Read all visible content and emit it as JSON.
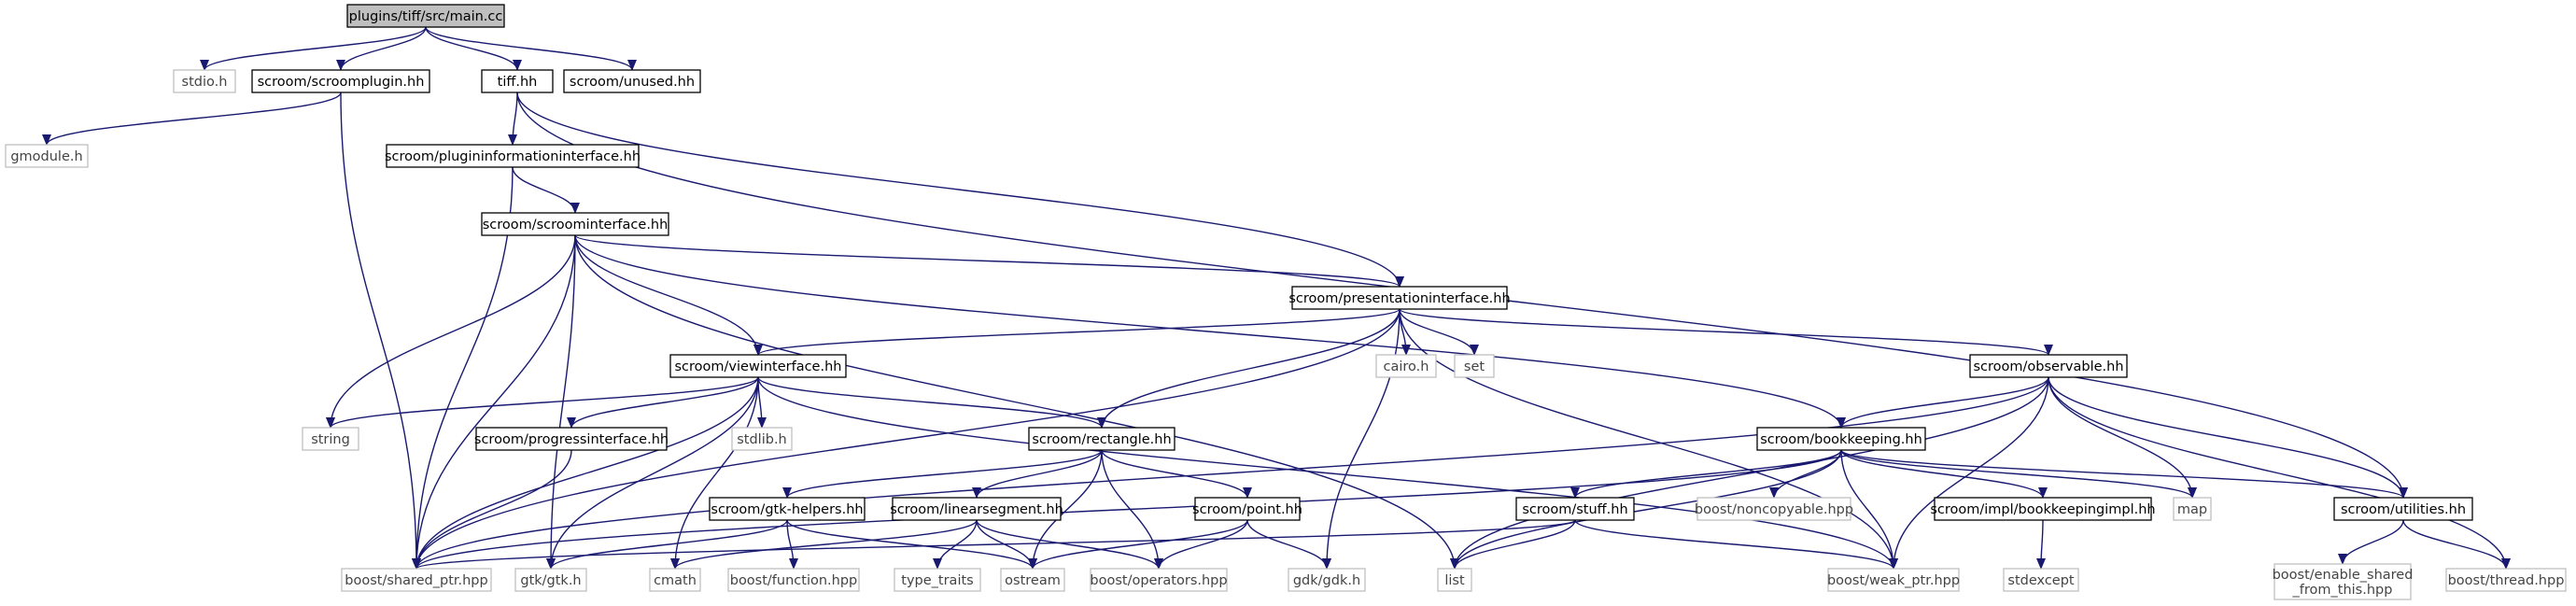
{
  "nodes": [
    {
      "id": "main",
      "label": "plugins/tiff/src/main.cc",
      "style": "root"
    },
    {
      "id": "stdio",
      "label": "stdio.h",
      "style": "external"
    },
    {
      "id": "scroomplugin",
      "label": "scroom/scroomplugin.hh",
      "style": "header"
    },
    {
      "id": "tiff",
      "label": "tiff.hh",
      "style": "header"
    },
    {
      "id": "unused",
      "label": "scroom/unused.hh",
      "style": "header"
    },
    {
      "id": "gmodule",
      "label": "gmodule.h",
      "style": "external"
    },
    {
      "id": "plugininfo",
      "label": "scroom/plugininformationinterface.hh",
      "style": "header"
    },
    {
      "id": "scroominterface",
      "label": "scroom/scroominterface.hh",
      "style": "header"
    },
    {
      "id": "presentationinterface",
      "label": "scroom/presentationinterface.hh",
      "style": "header"
    },
    {
      "id": "viewinterface",
      "label": "scroom/viewinterface.hh",
      "style": "header"
    },
    {
      "id": "cairo",
      "label": "cairo.h",
      "style": "external"
    },
    {
      "id": "set",
      "label": "set",
      "style": "external"
    },
    {
      "id": "observable",
      "label": "scroom/observable.hh",
      "style": "header"
    },
    {
      "id": "string",
      "label": "string",
      "style": "external"
    },
    {
      "id": "progressinterface",
      "label": "scroom/progressinterface.hh",
      "style": "header"
    },
    {
      "id": "stdlib",
      "label": "stdlib.h",
      "style": "external"
    },
    {
      "id": "rectangle",
      "label": "scroom/rectangle.hh",
      "style": "header"
    },
    {
      "id": "bookkeeping",
      "label": "scroom/bookkeeping.hh",
      "style": "header"
    },
    {
      "id": "gtkhelpers",
      "label": "scroom/gtk-helpers.hh",
      "style": "header"
    },
    {
      "id": "linearsegment",
      "label": "scroom/linearsegment.hh",
      "style": "header"
    },
    {
      "id": "point",
      "label": "scroom/point.hh",
      "style": "header"
    },
    {
      "id": "stuff",
      "label": "scroom/stuff.hh",
      "style": "header"
    },
    {
      "id": "noncopyable",
      "label": "boost/noncopyable.hpp",
      "style": "external"
    },
    {
      "id": "bookkeepingimpl",
      "label": "scroom/impl/bookkeepingimpl.hh",
      "style": "header"
    },
    {
      "id": "map",
      "label": "map",
      "style": "external"
    },
    {
      "id": "utilities",
      "label": "scroom/utilities.hh",
      "style": "header"
    },
    {
      "id": "shared_ptr",
      "label": "boost/shared_ptr.hpp",
      "style": "external"
    },
    {
      "id": "gtk",
      "label": "gtk/gtk.h",
      "style": "external"
    },
    {
      "id": "cmath",
      "label": "cmath",
      "style": "external"
    },
    {
      "id": "function",
      "label": "boost/function.hpp",
      "style": "external"
    },
    {
      "id": "type_traits",
      "label": "type_traits",
      "style": "external"
    },
    {
      "id": "ostream",
      "label": "ostream",
      "style": "external"
    },
    {
      "id": "operators",
      "label": "boost/operators.hpp",
      "style": "external"
    },
    {
      "id": "gdk",
      "label": "gdk/gdk.h",
      "style": "external"
    },
    {
      "id": "list",
      "label": "list",
      "style": "external"
    },
    {
      "id": "weak_ptr",
      "label": "boost/weak_ptr.hpp",
      "style": "external"
    },
    {
      "id": "stdexcept",
      "label": "stdexcept",
      "style": "external"
    },
    {
      "id": "enable_shared",
      "label": [
        "boost/enable_shared",
        "_from_this.hpp"
      ],
      "style": "external"
    },
    {
      "id": "thread",
      "label": "boost/thread.hpp",
      "style": "external"
    }
  ],
  "edges": [
    [
      "main",
      "stdio"
    ],
    [
      "main",
      "scroomplugin"
    ],
    [
      "main",
      "tiff"
    ],
    [
      "main",
      "unused"
    ],
    [
      "scroomplugin",
      "gmodule"
    ],
    [
      "scroomplugin",
      "shared_ptr"
    ],
    [
      "tiff",
      "plugininfo"
    ],
    [
      "tiff",
      "presentationinterface"
    ],
    [
      "tiff",
      "utilities"
    ],
    [
      "plugininfo",
      "scroominterface"
    ],
    [
      "plugininfo",
      "shared_ptr"
    ],
    [
      "scroominterface",
      "presentationinterface"
    ],
    [
      "scroominterface",
      "viewinterface"
    ],
    [
      "scroominterface",
      "bookkeeping"
    ],
    [
      "scroominterface",
      "string"
    ],
    [
      "scroominterface",
      "shared_ptr"
    ],
    [
      "scroominterface",
      "gtk"
    ],
    [
      "scroominterface",
      "list"
    ],
    [
      "presentationinterface",
      "viewinterface"
    ],
    [
      "presentationinterface",
      "cairo"
    ],
    [
      "presentationinterface",
      "set"
    ],
    [
      "presentationinterface",
      "observable"
    ],
    [
      "presentationinterface",
      "rectangle"
    ],
    [
      "presentationinterface",
      "shared_ptr"
    ],
    [
      "presentationinterface",
      "gdk"
    ],
    [
      "presentationinterface",
      "weak_ptr"
    ],
    [
      "viewinterface",
      "string"
    ],
    [
      "viewinterface",
      "progressinterface"
    ],
    [
      "viewinterface",
      "stdlib"
    ],
    [
      "viewinterface",
      "rectangle"
    ],
    [
      "viewinterface",
      "shared_ptr"
    ],
    [
      "viewinterface",
      "gtk"
    ],
    [
      "viewinterface",
      "cmath"
    ],
    [
      "viewinterface",
      "weak_ptr"
    ],
    [
      "observable",
      "bookkeeping"
    ],
    [
      "observable",
      "utilities"
    ],
    [
      "observable",
      "shared_ptr"
    ],
    [
      "observable",
      "list"
    ],
    [
      "observable",
      "map"
    ],
    [
      "observable",
      "weak_ptr"
    ],
    [
      "observable",
      "thread"
    ],
    [
      "progressinterface",
      "shared_ptr"
    ],
    [
      "rectangle",
      "gtkhelpers"
    ],
    [
      "rectangle",
      "linearsegment"
    ],
    [
      "rectangle",
      "point"
    ],
    [
      "rectangle",
      "ostream"
    ],
    [
      "rectangle",
      "operators"
    ],
    [
      "bookkeeping",
      "stuff"
    ],
    [
      "bookkeeping",
      "noncopyable"
    ],
    [
      "bookkeeping",
      "bookkeepingimpl"
    ],
    [
      "bookkeeping",
      "map"
    ],
    [
      "bookkeeping",
      "utilities"
    ],
    [
      "bookkeeping",
      "shared_ptr"
    ],
    [
      "bookkeeping",
      "list"
    ],
    [
      "bookkeeping",
      "weak_ptr"
    ],
    [
      "gtkhelpers",
      "gtk"
    ],
    [
      "gtkhelpers",
      "function"
    ],
    [
      "gtkhelpers",
      "ostream"
    ],
    [
      "linearsegment",
      "cmath"
    ],
    [
      "linearsegment",
      "type_traits"
    ],
    [
      "linearsegment",
      "ostream"
    ],
    [
      "linearsegment",
      "operators"
    ],
    [
      "point",
      "ostream"
    ],
    [
      "point",
      "operators"
    ],
    [
      "point",
      "gdk"
    ],
    [
      "stuff",
      "shared_ptr"
    ],
    [
      "stuff",
      "list"
    ],
    [
      "stuff",
      "weak_ptr"
    ],
    [
      "bookkeepingimpl",
      "stdexcept"
    ],
    [
      "utilities",
      "enable_shared"
    ],
    [
      "utilities",
      "thread"
    ]
  ],
  "colors": {
    "edge": "#191970",
    "header_border": "#000000",
    "external_border": "#bfbfbf",
    "root_fill": "#bfbfbf",
    "external_text": "#444444",
    "header_text": "#000000"
  }
}
